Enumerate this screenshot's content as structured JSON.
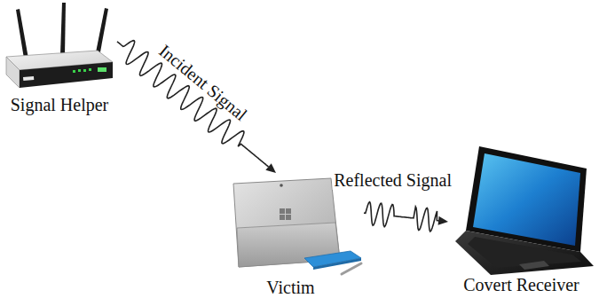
{
  "diagram": {
    "nodes": [
      {
        "text": [
          "Signal Helper"
        ]
      },
      {
        "text": [
          "Victim"
        ]
      },
      {
        "text": [
          "Covert Receiver"
        ]
      }
    ],
    "edges": [
      {
        "from": 0,
        "to": 1,
        "arrow": "to",
        "label": "Incident Signal"
      },
      {
        "from": 1,
        "to": 2,
        "arrow": "to",
        "label": "Reflected Signal"
      }
    ]
  }
}
